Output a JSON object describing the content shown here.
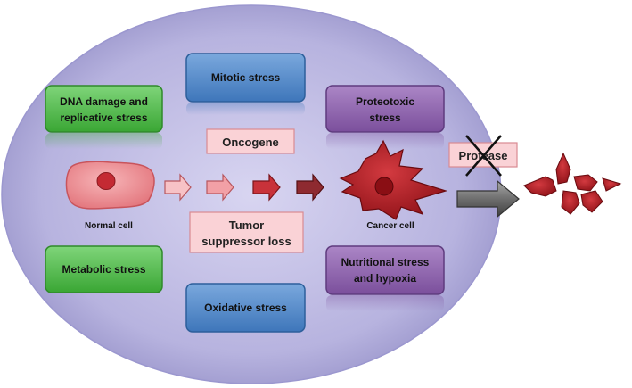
{
  "stress_boxes": [
    {
      "id": "dna",
      "lines": [
        "DNA damage and",
        "replicative stress"
      ],
      "color": "green"
    },
    {
      "id": "mitotic",
      "lines": [
        "Mitotic stress"
      ],
      "color": "blue"
    },
    {
      "id": "proteotoxic",
      "lines": [
        "Proteotoxic",
        "stress"
      ],
      "color": "purple"
    },
    {
      "id": "metabolic",
      "lines": [
        "Metabolic stress"
      ],
      "color": "green"
    },
    {
      "id": "oxidative",
      "lines": [
        "Oxidative stress"
      ],
      "color": "blue"
    },
    {
      "id": "nutritional",
      "lines": [
        "Nutritional stress",
        "and hypoxia"
      ],
      "color": "purple"
    }
  ],
  "oncogene_label": "Oncogene",
  "tumor_suppressor_lines": [
    "Tumor",
    "suppressor loss"
  ],
  "protease_label": "Protease",
  "normal_cell_label": "Normal cell",
  "cancer_cell_label": "Cancer cell",
  "colors": {
    "ellipse_fill": "#b8b5e0",
    "green": "#4cb547",
    "blue": "#4a82c4",
    "purple": "#8a5fa8",
    "label_box_fill": "#fad2d6",
    "label_box_stroke": "#d98a92",
    "cancer_red": "#b01820",
    "normal_cell_fill": "#ee8a90",
    "grey_arrow": "#6e6e6e"
  }
}
